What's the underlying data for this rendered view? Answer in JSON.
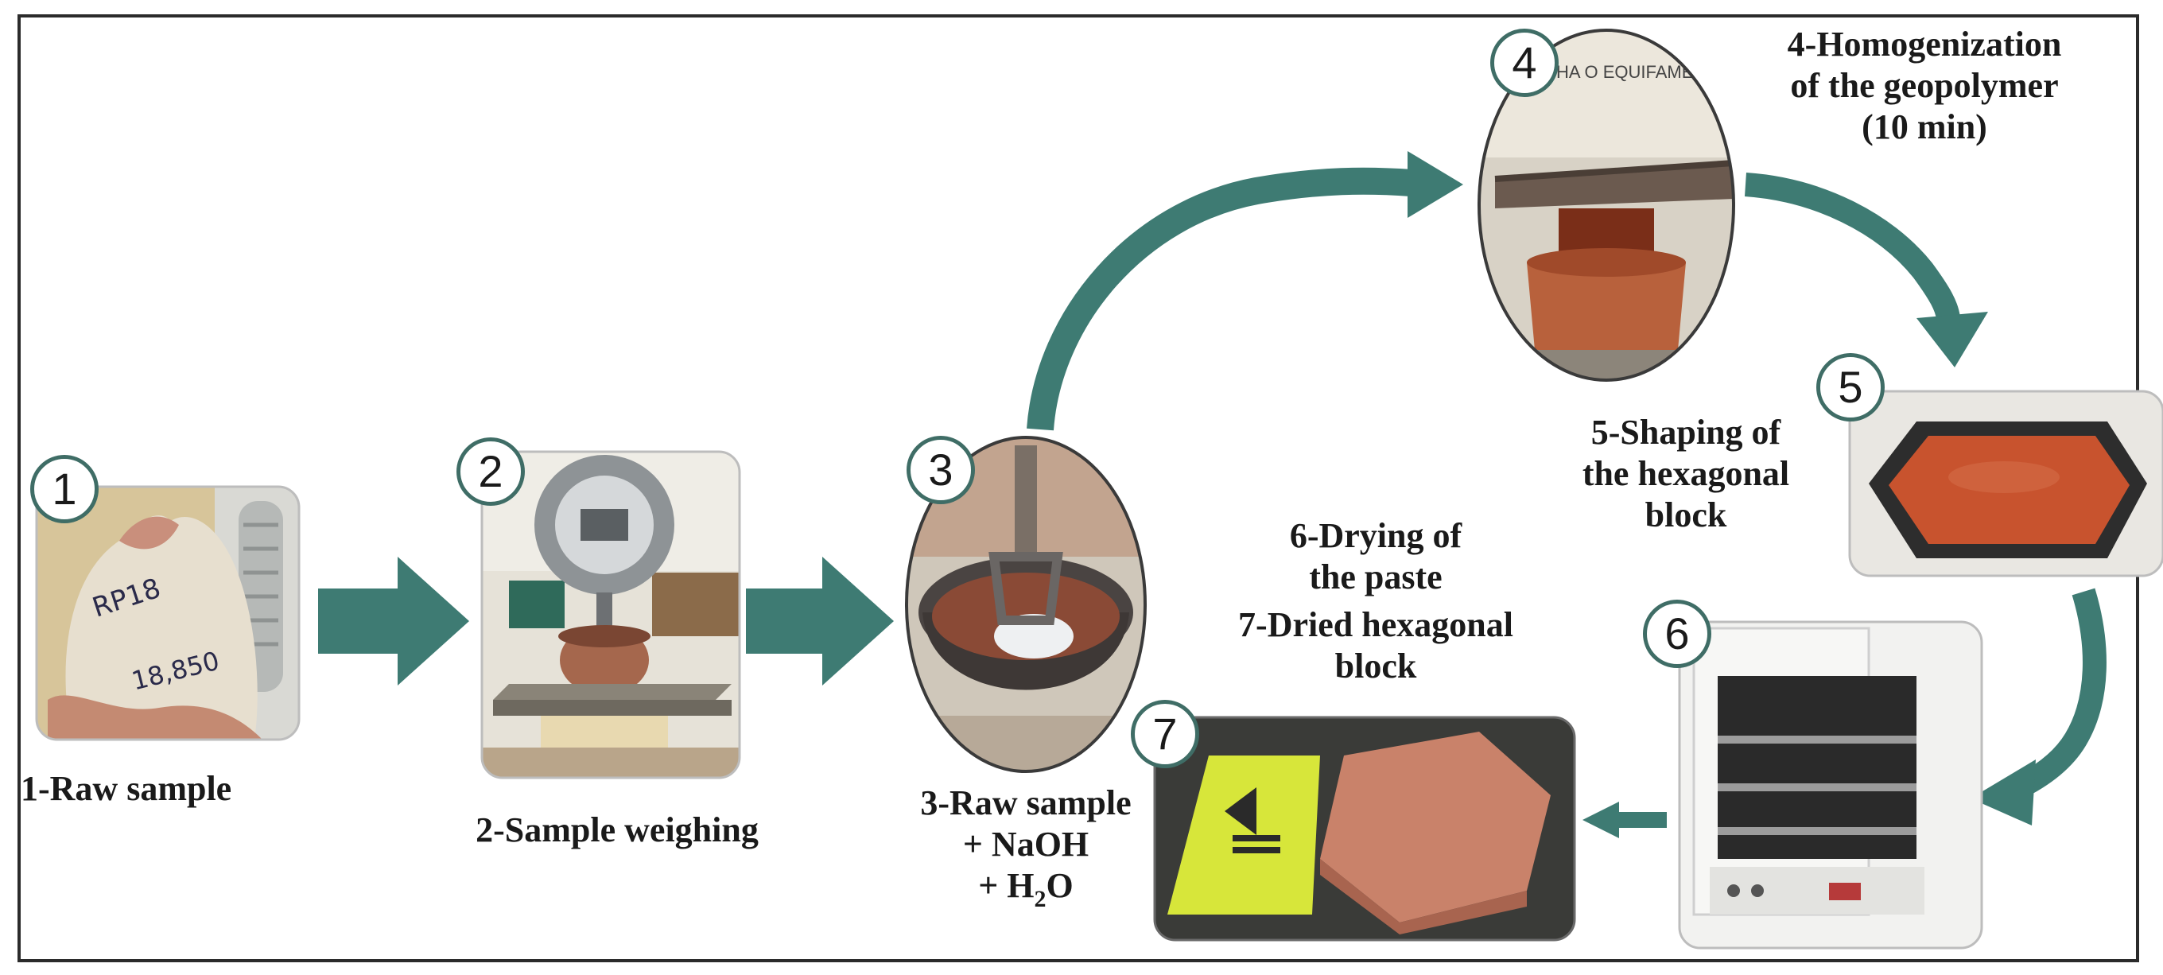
{
  "colors": {
    "arrow": "#3e7b73",
    "circle_border": "#3f6d66",
    "frame": "#2b2b2b"
  },
  "steps": [
    {
      "number": "1",
      "label": "1-Raw sample",
      "photo": "bag-of-raw-sample-photo"
    },
    {
      "number": "2",
      "label": "2-Sample weighing",
      "photo": "weighing-scale-photo"
    },
    {
      "number": "3",
      "label_line1": "3-Raw sample",
      "label_line2": "+ NaOH",
      "label_line3_prefix": "+ H",
      "label_line3_sub": "2",
      "label_line3_suffix": "O",
      "photo": "mixer-bowl-photo"
    },
    {
      "number": "4",
      "label_line1": "4-Homogenization",
      "label_line2": "of the geopolymer",
      "label_line3": "(10 min)",
      "photo": "geopolymer-mixer-photo"
    },
    {
      "number": "5",
      "label_line1": "5-Shaping of",
      "label_line2": "the hexagonal",
      "label_line3": "block",
      "photo": "hexagonal-mold-photo"
    },
    {
      "number": "6",
      "label_line1": "6-Drying of",
      "label_line2": "the paste",
      "photo": "drying-oven-photo"
    },
    {
      "number": "7",
      "label_line1": "7-Dried hexagonal",
      "label_line2": "block",
      "photo": "dried-hexagonal-block-photo"
    }
  ],
  "photo_annotations": {
    "bag_text_1": "RP18",
    "bag_text_2": "18,850",
    "mixer_wall_text": "ATENHA O EQUIFAMEN"
  }
}
